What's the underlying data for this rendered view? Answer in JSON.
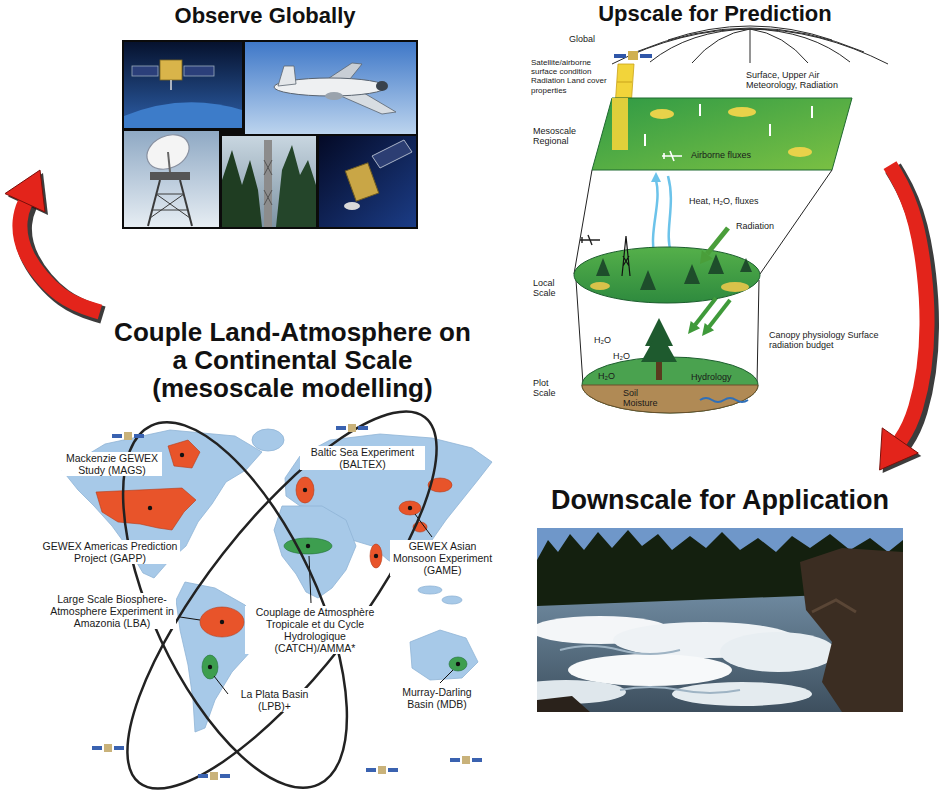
{
  "diagram": {
    "nodes": [
      {
        "text": [
          "Observe Globally"
        ]
      },
      {
        "text": [
          "Upscale for Prediction"
        ]
      },
      {
        "text": [
          "Couple Land-Atmosphere on a Continental Scale (mesoscale modelling)"
        ]
      },
      {
        "text": [
          "Downscale for Application"
        ]
      }
    ],
    "edges": [
      {
        "from": 1,
        "to": 3,
        "arrow": "to"
      },
      {
        "from": 2,
        "to": 0,
        "arrow": "to"
      }
    ],
    "labels": [
      "Global",
      "Satellite/airborne surface condition Radiation Land cover properties",
      "Surface, Upper Air Meteorology, Radiation",
      "Mesoscale Regional",
      "Airborne fluxes",
      "Heat, H₂O, fluxes",
      "Radiation",
      "Local Scale",
      "Canopy physiology Surface radiation budget",
      "H₂O",
      "H₂O",
      "H₂O",
      "Plot Scale",
      "Soil Moisture",
      "Hydrology",
      "Mackenzie GEWEX Study (MAGS)",
      "Baltic Sea Experiment (BALTEX)",
      "GEWEX Americas Prediction Project (GAPP)",
      "GEWEX Asian Monsoon Experiment (GAME)",
      "Large Scale Biosphere-Atmosphere Experiment in Amazonia (LBA)",
      "Couplage de Atmosphère Tropicale et du Cycle Hydrologique (CATCH)/AMMA*",
      "La Plata Basin (LPB)+",
      "Murray-Darling Basin (MDB)"
    ]
  }
}
